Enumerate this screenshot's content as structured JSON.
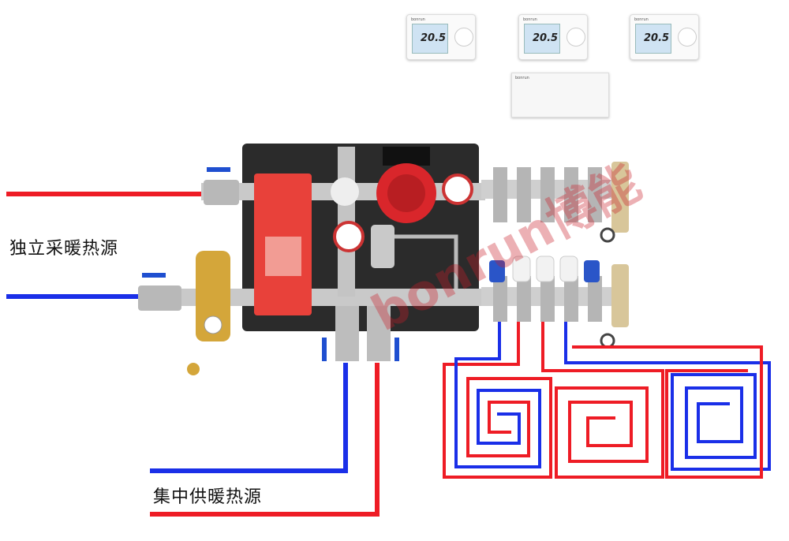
{
  "labels": {
    "independent_heat_source": "独立采暖热源",
    "central_heat_source": "集中供暖热源"
  },
  "thermostats": [
    {
      "brand": "bonrun",
      "temperature": "20.5"
    },
    {
      "brand": "bonrun",
      "temperature": "20.5"
    },
    {
      "brand": "bonrun",
      "temperature": "20.5"
    }
  ],
  "controller": {
    "brand": "bonrun"
  },
  "watermark": "bonrun博能",
  "colors": {
    "supply": "#ee1c25",
    "return": "#1a2fe8",
    "panel": "#2b2b2b",
    "exchanger": "#e8413a"
  }
}
